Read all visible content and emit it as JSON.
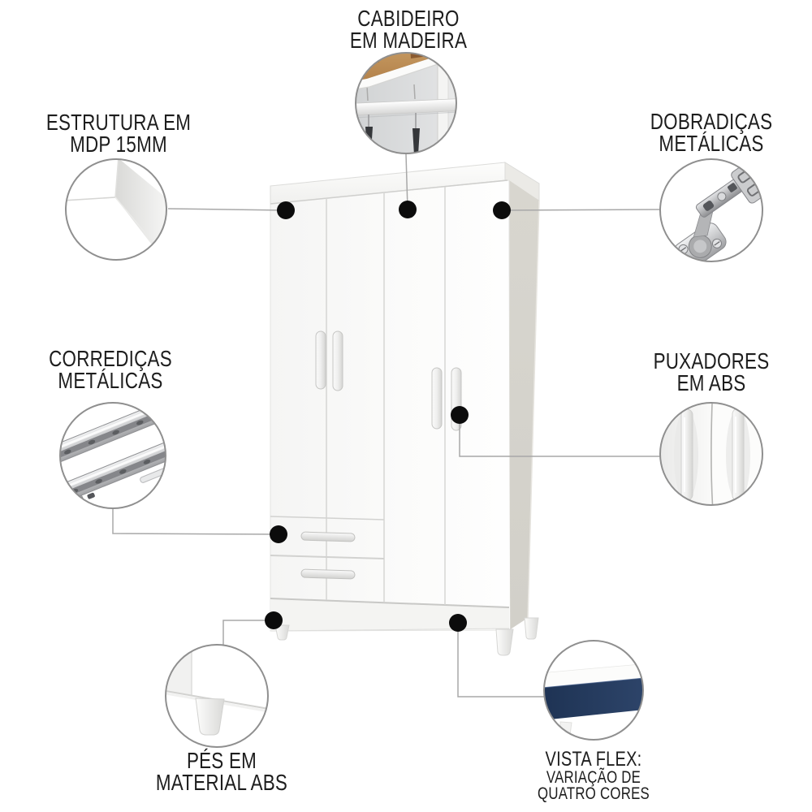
{
  "page": {
    "language": "pt-BR",
    "background": "#ffffff",
    "subject": "wardrobe-features-infographic"
  },
  "colors": {
    "text": "#1d1d1d",
    "connector_line": "#a8a8a8",
    "circle_border": "#8f8f8f",
    "marker_dot": "#0c0c0c",
    "cabinet_side_panel": "#d5d3cc",
    "flex_stripe_navy": "#233a5e",
    "wood_light": "#c49a62",
    "wood_dark": "#8a5a30",
    "metal": "#aaabad"
  },
  "callouts": {
    "cabideiro": {
      "depicts": "wooden-hanger-rod-closeup",
      "lines": [
        "CABIDEIRO",
        "EM MADEIRA"
      ]
    },
    "estrutura": {
      "depicts": "mdp-panel-corner-closeup",
      "lines": [
        "ESTRUTURA EM",
        "MDP 15MM"
      ]
    },
    "dobradicas": {
      "depicts": "metal-hinge-closeup",
      "lines": [
        "DOBRADIÇAS",
        "METÁLICAS"
      ]
    },
    "corredicas": {
      "depicts": "metal-drawer-slides-closeup",
      "lines": [
        "CORREDIÇAS",
        "METÁLICAS"
      ]
    },
    "puxadores": {
      "depicts": "abs-handles-closeup",
      "lines": [
        "PUXADORES",
        "EM ABS"
      ]
    },
    "pes": {
      "depicts": "abs-foot-closeup",
      "lines": [
        "PÉS EM",
        "MATERIAL ABS"
      ]
    },
    "vista": {
      "depicts": "flex-color-strip-closeup",
      "heading": "VISTA FLEX:",
      "lines": [
        "VARIAÇÃO DE",
        "QUATRO CORES"
      ]
    }
  }
}
